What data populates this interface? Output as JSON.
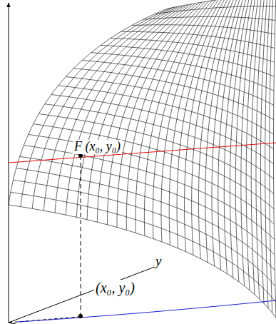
{
  "diagram": {
    "labels": [
      "F (x₀, y₀)",
      "y",
      "(x₀, y₀)"
    ]
  }
}
